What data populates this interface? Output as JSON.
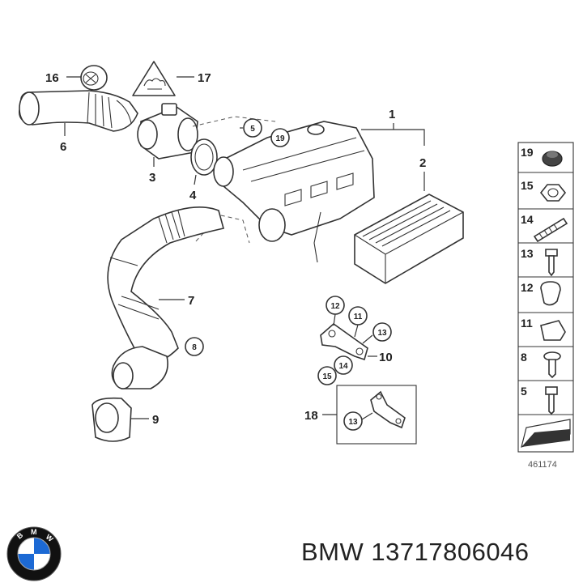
{
  "diagram": {
    "callouts": {
      "c1": "1",
      "c2": "2",
      "c3": "3",
      "c4": "4",
      "c5": "5",
      "c6": "6",
      "c7": "7",
      "c8": "8",
      "c9": "9",
      "c10": "10",
      "c11": "11",
      "c12": "12",
      "c13a": "13",
      "c13b": "13",
      "c14": "14",
      "c15": "15",
      "c16": "16",
      "c17": "17",
      "c18": "18",
      "c19": "19"
    },
    "sidebar": [
      "19",
      "15",
      "14",
      "13",
      "12",
      "11",
      "8",
      "5"
    ]
  },
  "reference_number": "461174",
  "footer": {
    "brand": "BMW",
    "part_number": "13717806046"
  },
  "logo": {
    "letters": "BMW",
    "colors": {
      "blue": "#1c69d4",
      "white": "#ffffff",
      "black": "#111111"
    }
  }
}
